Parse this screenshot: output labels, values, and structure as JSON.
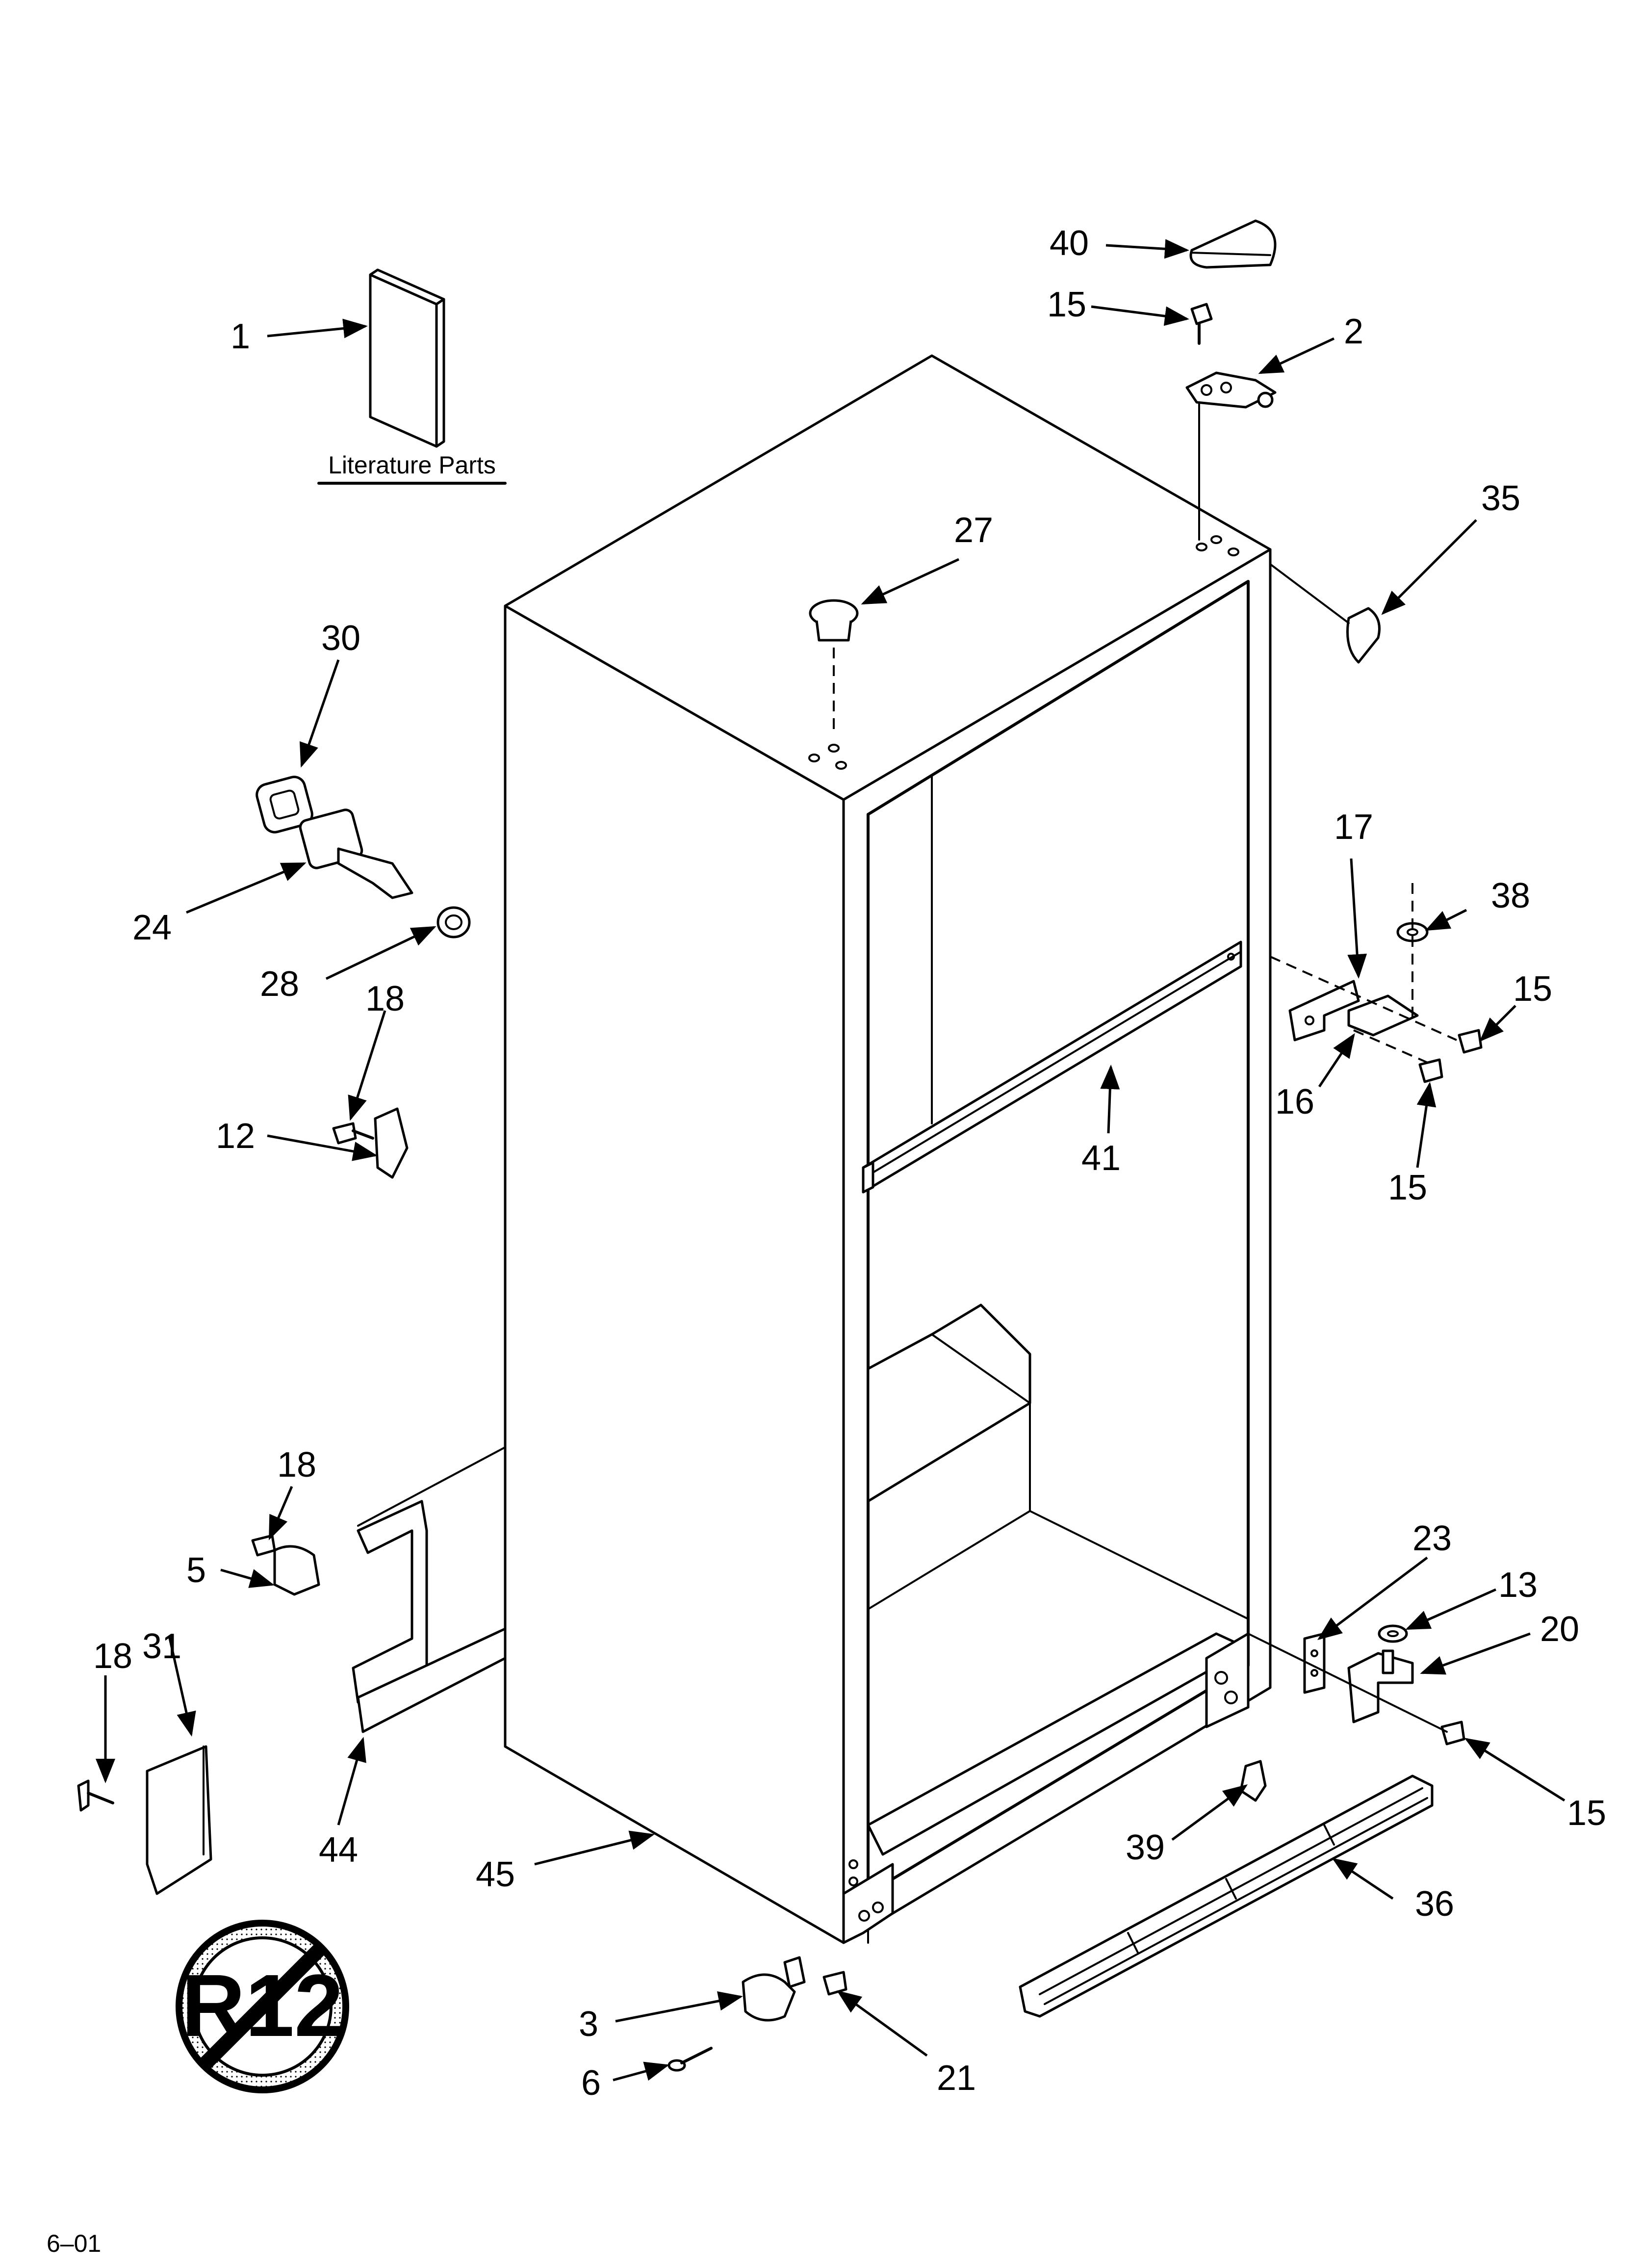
{
  "diagram": {
    "literature_caption": "Literature Parts",
    "footer_code": "6–01",
    "r12_symbol_text": "R12",
    "callouts": [
      {
        "id": "c1",
        "text": "1"
      },
      {
        "id": "c2",
        "text": "2"
      },
      {
        "id": "c3",
        "text": "3"
      },
      {
        "id": "c5",
        "text": "5"
      },
      {
        "id": "c6",
        "text": "6"
      },
      {
        "id": "c12",
        "text": "12"
      },
      {
        "id": "c13",
        "text": "13"
      },
      {
        "id": "c15a",
        "text": "15"
      },
      {
        "id": "c15b",
        "text": "15"
      },
      {
        "id": "c15c",
        "text": "15"
      },
      {
        "id": "c15d",
        "text": "15"
      },
      {
        "id": "c16",
        "text": "16"
      },
      {
        "id": "c17",
        "text": "17"
      },
      {
        "id": "c18a",
        "text": "18"
      },
      {
        "id": "c18b",
        "text": "18"
      },
      {
        "id": "c18c",
        "text": "18"
      },
      {
        "id": "c20",
        "text": "20"
      },
      {
        "id": "c21",
        "text": "21"
      },
      {
        "id": "c23",
        "text": "23"
      },
      {
        "id": "c24",
        "text": "24"
      },
      {
        "id": "c27",
        "text": "27"
      },
      {
        "id": "c28",
        "text": "28"
      },
      {
        "id": "c30",
        "text": "30"
      },
      {
        "id": "c31",
        "text": "31"
      },
      {
        "id": "c35",
        "text": "35"
      },
      {
        "id": "c36",
        "text": "36"
      },
      {
        "id": "c38",
        "text": "38"
      },
      {
        "id": "c39",
        "text": "39"
      },
      {
        "id": "c40",
        "text": "40"
      },
      {
        "id": "c41",
        "text": "41"
      },
      {
        "id": "c44",
        "text": "44"
      },
      {
        "id": "c45",
        "text": "45"
      }
    ]
  }
}
